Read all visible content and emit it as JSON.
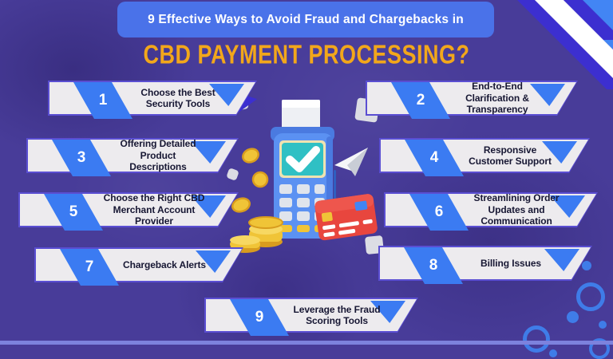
{
  "header": {
    "line1": "9 Effective Ways to Avoid Fraud and Chargebacks in",
    "title": "CBD PAYMENT PROCESSING?"
  },
  "banners": [
    {
      "number": "1",
      "label": "Choose the Best Security Tools"
    },
    {
      "number": "2",
      "label": "End-to-End Clarification & Transparency"
    },
    {
      "number": "3",
      "label": "Offering Detailed Product Descriptions"
    },
    {
      "number": "4",
      "label": "Responsive Customer Support"
    },
    {
      "number": "5",
      "label": "Choose the Right CBD Merchant Account Provider"
    },
    {
      "number": "6",
      "label": "Streamlining Order Updates and Communication"
    },
    {
      "number": "7",
      "label": "Chargeback Alerts"
    },
    {
      "number": "8",
      "label": "Billing Issues"
    },
    {
      "number": "9",
      "label": "Leverage the Fraud Scoring Tools"
    }
  ],
  "illustration": {
    "icons": {
      "checkmark": "payment-approved-checkmark",
      "pos_terminal": "pos-terminal",
      "receipt": "receipt-paper",
      "coins": "gold-coins",
      "credit_card": "red-credit-card",
      "paper_plane": "paper-plane"
    }
  },
  "colors": {
    "background": "#483c99",
    "header_bar": "#4a72e9",
    "title_accent": "#f2a71b",
    "banner_bg": "#edebee",
    "banner_accent": "#3b7bf2",
    "banner_border": "#5a4ed2",
    "text_dark": "#171733",
    "screen_teal": "#2fc0c4",
    "coin_gold": "#f0c437",
    "card_red": "#e8463e",
    "stripe_indigo": "#3c2fd0",
    "circle_blue": "#3f7ce8",
    "bottom_strip": "#7d82dd"
  }
}
